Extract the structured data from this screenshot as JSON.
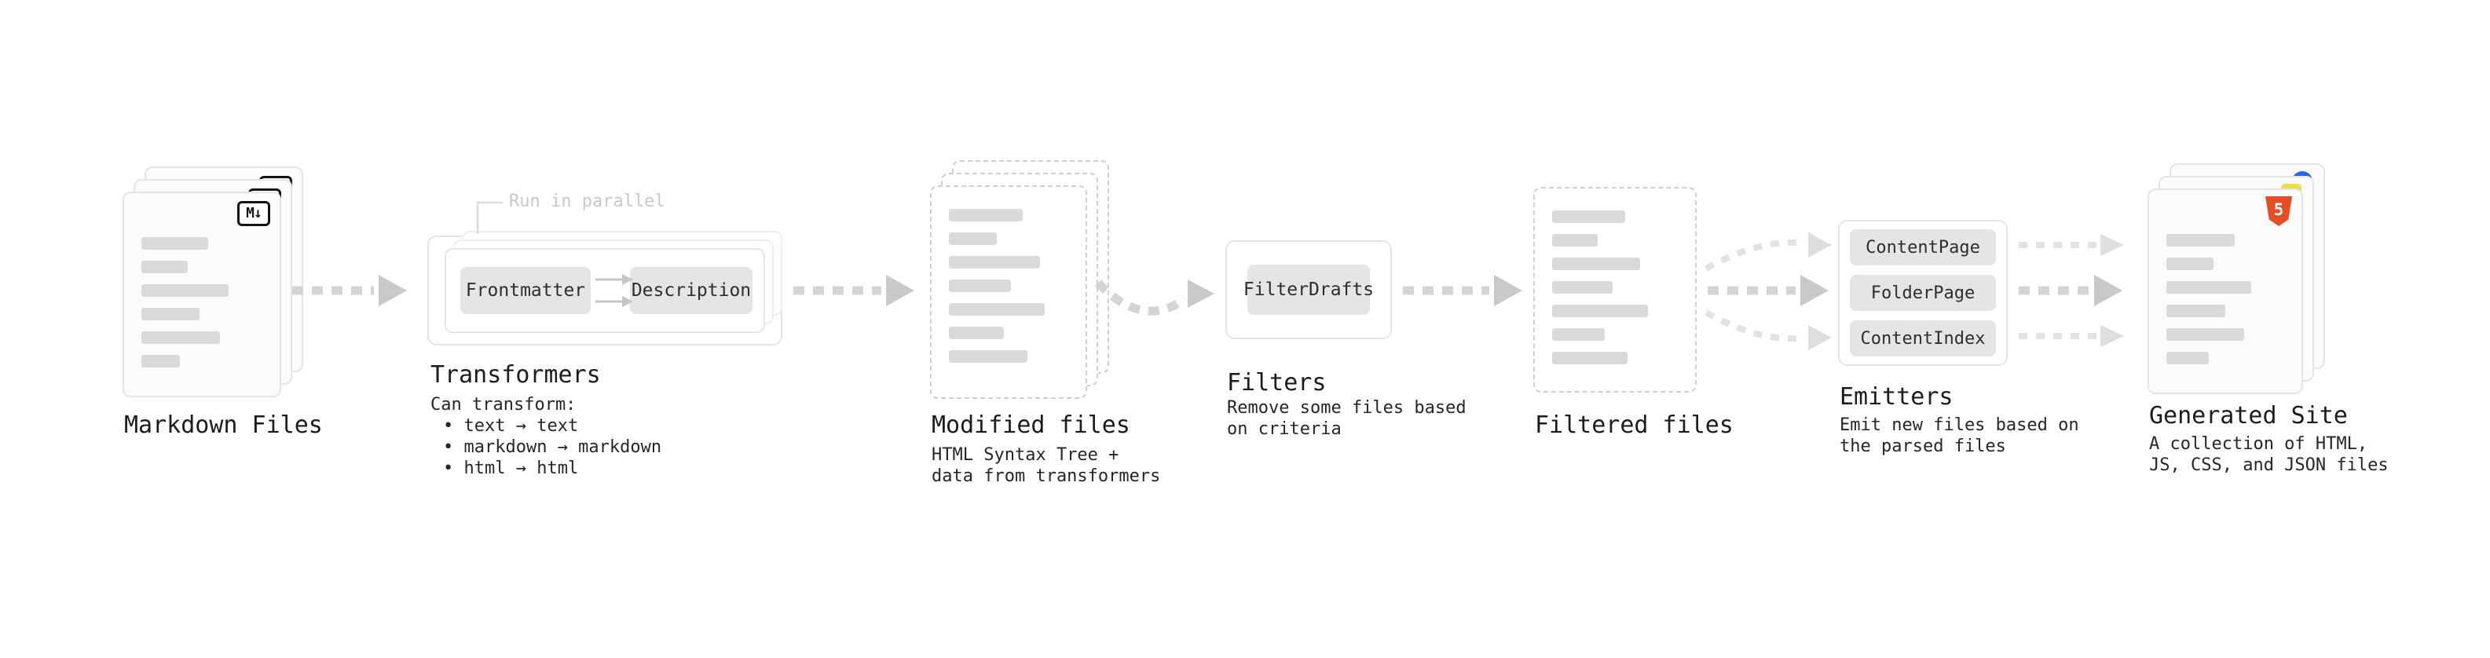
{
  "colors": {
    "arrow_gray": "#c9c9c9",
    "arrow_light_gray": "#e0e0e0",
    "card_border": "#e5e5e5",
    "bar_gray": "#dadada",
    "button_gray": "#e5e5e5",
    "html5_orange": "#e44d26",
    "js_yellow": "#f0db4f",
    "css_blue": "#2965f1",
    "text_dark": "#1c1c1c",
    "muted_gray": "#c8c8c8"
  },
  "pipeline": {
    "markdown_files": {
      "label": "Markdown Files",
      "badge": "M↓"
    },
    "transformers": {
      "annotation": "Run in parallel",
      "box1": "Frontmatter",
      "box2": "Description",
      "label": "Transformers",
      "subtitle": "Can transform:",
      "bullets": [
        "• text → text",
        "• markdown → markdown",
        "• html → html"
      ]
    },
    "modified_files": {
      "label": "Modified files",
      "description": "HTML Syntax Tree +\ndata from transformers"
    },
    "filters": {
      "box": "FilterDrafts",
      "label": "Filters",
      "description": "Remove some files based\non criteria"
    },
    "filtered_files": {
      "label": "Filtered files"
    },
    "emitters": {
      "boxes": [
        "ContentPage",
        "FolderPage",
        "ContentIndex"
      ],
      "label": "Emitters",
      "description": "Emit new files based on\nthe parsed files"
    },
    "generated_site": {
      "label": "Generated Site",
      "badge": "5",
      "description": "A collection of HTML,\nJS, CSS, and JSON files"
    }
  }
}
